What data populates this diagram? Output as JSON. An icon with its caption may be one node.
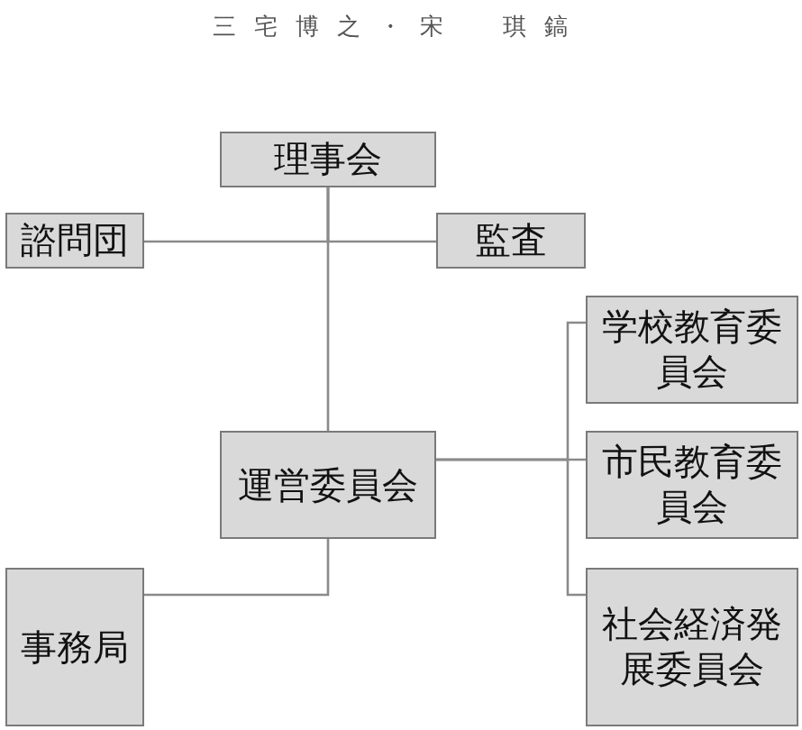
{
  "diagram": {
    "nodes": [
      {
        "text": [
          "理事会"
        ]
      },
      {
        "text": [
          "諮問団"
        ]
      },
      {
        "text": [
          "監査"
        ]
      },
      {
        "text": [
          "学校教育委員会"
        ]
      },
      {
        "text": [
          "運営委員会"
        ]
      },
      {
        "text": [
          "市民教育委員会"
        ]
      },
      {
        "text": [
          "事務局"
        ]
      },
      {
        "text": [
          "社会経済発展委員会"
        ]
      }
    ],
    "edges": [
      {
        "from": 0,
        "to": 4,
        "arrow": "none"
      },
      {
        "from": 0,
        "to": 1,
        "arrow": "none"
      },
      {
        "from": 0,
        "to": 2,
        "arrow": "none"
      },
      {
        "from": 4,
        "to": 3,
        "arrow": "none"
      },
      {
        "from": 4,
        "to": 5,
        "arrow": "none"
      },
      {
        "from": 4,
        "to": 7,
        "arrow": "none"
      },
      {
        "from": 4,
        "to": 6,
        "arrow": "none"
      }
    ],
    "labels": [
      "三宅博之・宋　琪鎬"
    ]
  }
}
